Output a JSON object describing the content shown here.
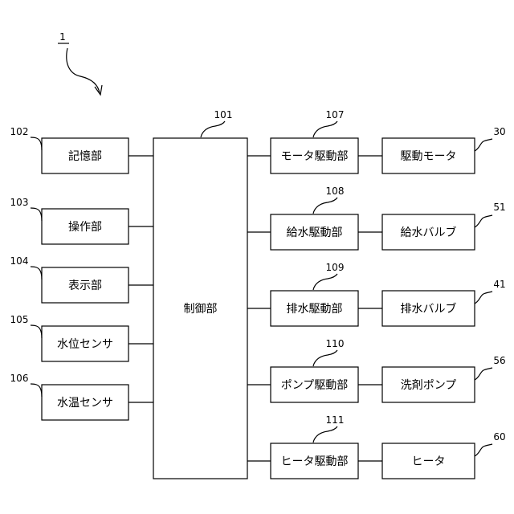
{
  "system_ref": "1",
  "controller": {
    "label": "制御部",
    "ref": "101"
  },
  "inputs": [
    {
      "label": "記憶部",
      "ref": "102"
    },
    {
      "label": "操作部",
      "ref": "103"
    },
    {
      "label": "表示部",
      "ref": "104"
    },
    {
      "label": "水位センサ",
      "ref": "105"
    },
    {
      "label": "水温センサ",
      "ref": "106"
    }
  ],
  "drivers": [
    {
      "label": "モータ駆動部",
      "ref": "107"
    },
    {
      "label": "給水駆動部",
      "ref": "108"
    },
    {
      "label": "排水駆動部",
      "ref": "109"
    },
    {
      "label": "ポンプ駆動部",
      "ref": "110"
    },
    {
      "label": "ヒータ駆動部",
      "ref": "111"
    }
  ],
  "devices": [
    {
      "label": "駆動モータ",
      "ref": "30"
    },
    {
      "label": "給水バルブ",
      "ref": "51"
    },
    {
      "label": "排水バルブ",
      "ref": "41"
    },
    {
      "label": "洗剤ポンプ",
      "ref": "56"
    },
    {
      "label": "ヒータ",
      "ref": "60"
    }
  ]
}
